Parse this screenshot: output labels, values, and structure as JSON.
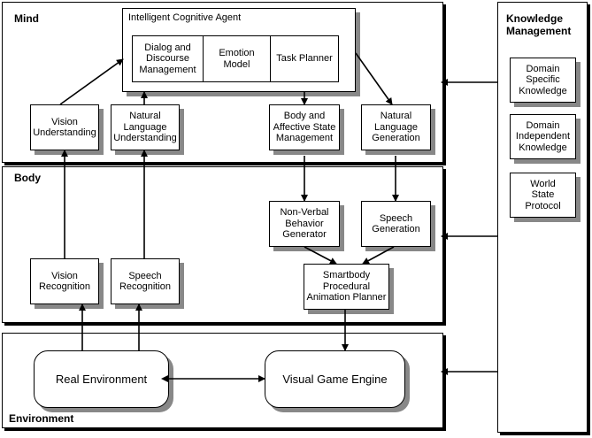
{
  "layers": {
    "mind": "Mind",
    "body": "Body",
    "environment": "Environment",
    "knowledge": "Knowledge\nManagement"
  },
  "agent": {
    "title": "Intelligent Cognitive Agent",
    "dialog": "Dialog and\nDiscourse\nManagement",
    "emotion": "Emotion\nModel",
    "task": "Task Planner"
  },
  "mind_nodes": {
    "vision_understanding": "Vision\nUnderstanding",
    "nl_understanding": "Natural\nLanguage\nUnderstanding",
    "body_state": "Body and\nAffective State\nManagement",
    "nl_generation": "Natural\nLanguage\nGeneration"
  },
  "body_nodes": {
    "nonverbal": "Non-Verbal\nBehavior\nGenerator",
    "speech_generation": "Speech\nGeneration",
    "vision_recognition": "Vision\nRecognition",
    "speech_recognition": "Speech\nRecognition",
    "smartbody": "Smartbody\nProcedural\nAnimation Planner"
  },
  "environment_nodes": {
    "real": "Real Environment",
    "game": "Visual Game Engine"
  },
  "knowledge_nodes": {
    "domain_specific": "Domain\nSpecific\nKnowledge",
    "domain_independent": "Domain\nIndependent\nKnowledge",
    "world_state": "World\nState\nProtocol"
  }
}
